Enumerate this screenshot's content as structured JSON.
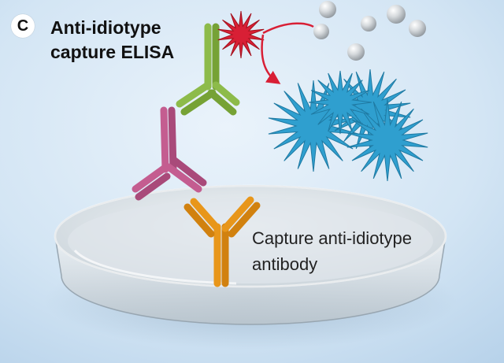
{
  "panel": {
    "letter": "C",
    "title_lines": [
      "Anti-idiotype",
      "capture ELISA"
    ]
  },
  "labels": {
    "capture_antibody_lines": [
      "Capture anti-idiotype",
      "antibody"
    ]
  },
  "colors": {
    "background": "#cfe2f3",
    "capture_antibody": "#e8961a",
    "sample_antibody": "#c45d90",
    "detection_antibody": "#8dbb4a",
    "enzyme": "#d81f35",
    "product_star": "#2f9fcf",
    "substrate_bead": "#b9bec3",
    "arrow": "#d81f35"
  },
  "icons": {
    "enzyme": "enzyme-star-icon",
    "substrate": "substrate-bead-icon",
    "product": "product-star-icon",
    "dish": "petri-dish-icon"
  }
}
